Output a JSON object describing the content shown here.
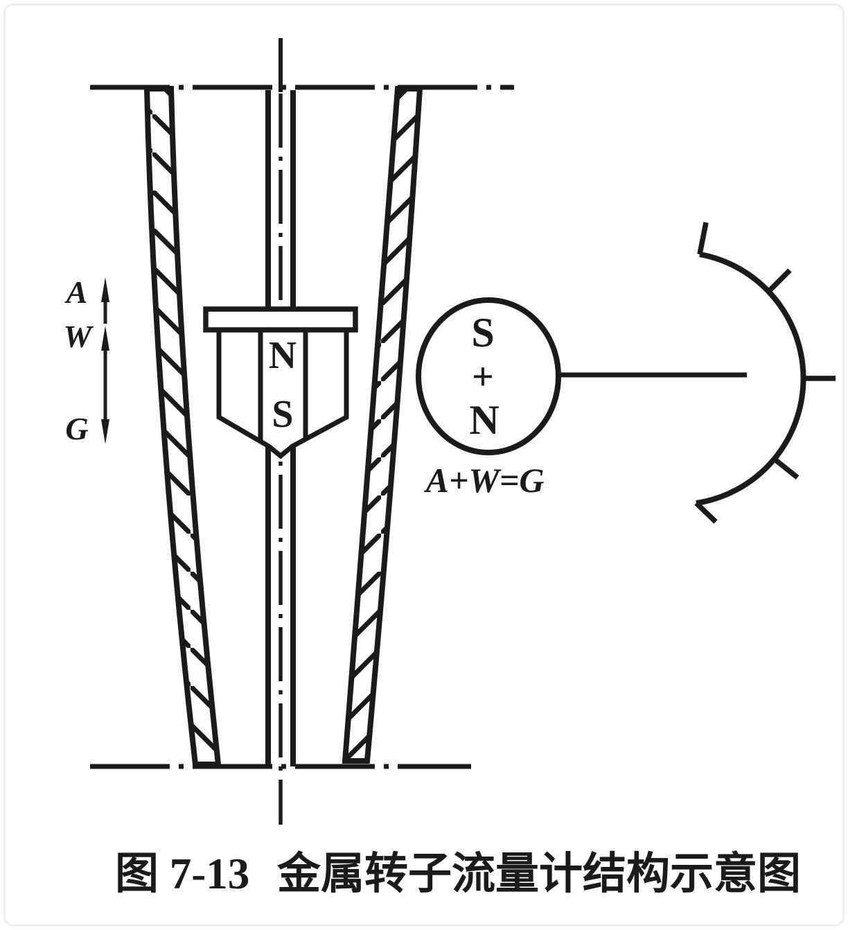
{
  "colors": {
    "ink": "#1b1b1b",
    "paper": "#fdfdfe"
  },
  "caption": {
    "number": "图 7-13",
    "title": "金属转子流量计结构示意图"
  },
  "float_magnet": {
    "top_pole": "N",
    "bottom_pole": "S"
  },
  "force_labels": {
    "buoyancy": "A",
    "flow_impulse": "W",
    "gravity": "G"
  },
  "force_equation": "A+W=G",
  "coupling_magnet": {
    "top_pole": "S",
    "joiner": "+",
    "bottom_pole": "N"
  }
}
